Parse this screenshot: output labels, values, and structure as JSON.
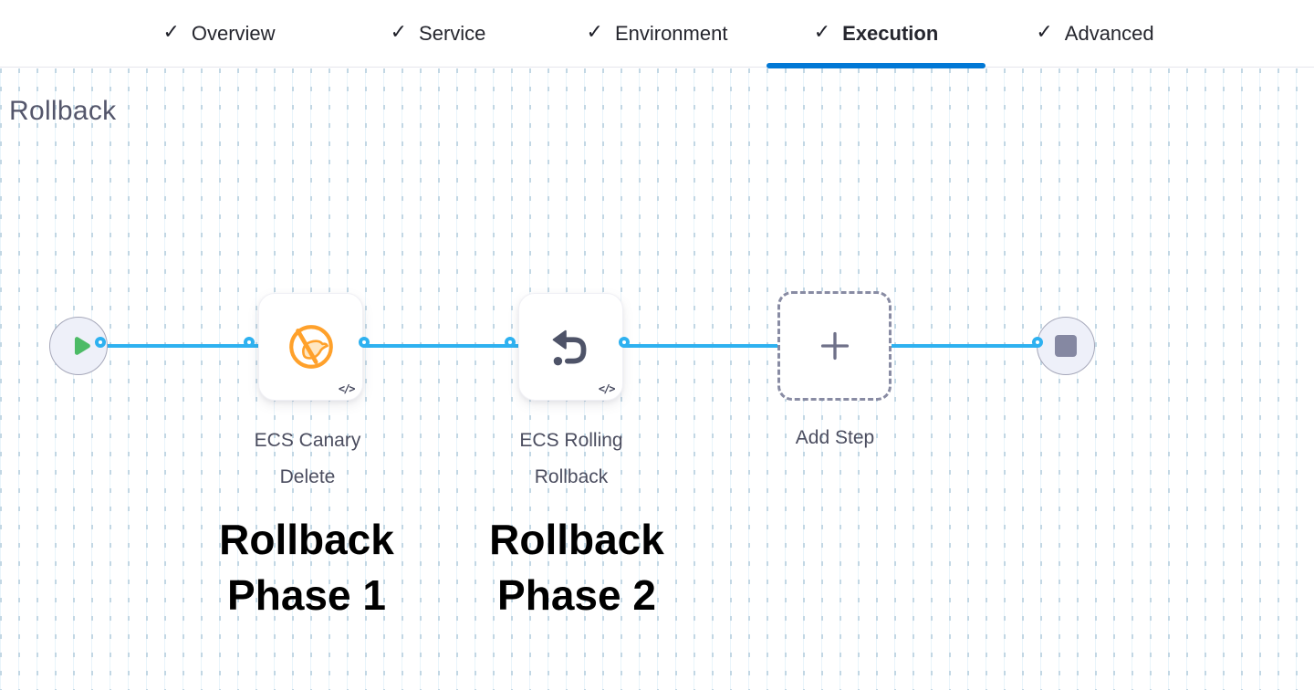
{
  "header": {
    "tabs": [
      {
        "label": "Overview",
        "checked": true,
        "active": false
      },
      {
        "label": "Service",
        "checked": true,
        "active": false
      },
      {
        "label": "Environment",
        "checked": true,
        "active": false
      },
      {
        "label": "Execution",
        "checked": true,
        "active": true
      },
      {
        "label": "Advanced",
        "checked": true,
        "active": false
      }
    ]
  },
  "canvas": {
    "title": "Rollback",
    "steps": [
      {
        "name": "ECS Canary Delete",
        "label_line1": "ECS Canary",
        "label_line2": "Delete",
        "icon": "canary-delete-icon",
        "has_code_badge": true
      },
      {
        "name": "ECS Rolling Rollback",
        "label_line1": "ECS Rolling",
        "label_line2": "Rollback",
        "icon": "rolling-rollback-icon",
        "has_code_badge": true
      }
    ],
    "add_step": {
      "label": "Add Step"
    },
    "annotations": [
      {
        "line1": "Rollback",
        "line2": "Phase 1"
      },
      {
        "line1": "Rollback",
        "line2": "Phase 2"
      }
    ]
  },
  "icons": {
    "check": "✓",
    "code_badge": "</>"
  },
  "colors": {
    "active_tab_indicator": "#0278D5",
    "connector_blue": "#2EB1F0",
    "canary_orange": "#FFA12B",
    "icon_slate": "#4E5368",
    "play_green": "#4CBB66",
    "stop_gray": "#8588A2",
    "node_fill": "#EEF0F9",
    "label_gray": "#4B4D5F",
    "annotation_black": "#000000",
    "grid_dash": "#C2D7E4"
  }
}
